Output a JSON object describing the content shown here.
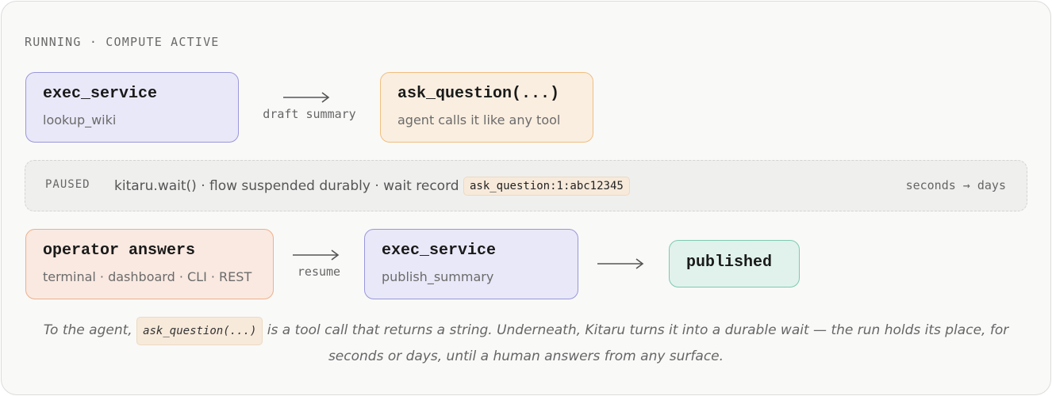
{
  "status": "RUNNING · COMPUTE ACTIVE",
  "row1": {
    "node1": {
      "title": "exec_service",
      "subtitle": "lookup_wiki"
    },
    "arrow_label": "draft summary",
    "node2": {
      "title": "ask_question(...)",
      "subtitle": "agent calls it like any tool"
    }
  },
  "paused": {
    "tag": "PAUSED",
    "text": "kitaru.wait() · flow suspended durably · wait record",
    "record": "ask_question:1:abc12345",
    "range": "seconds → days"
  },
  "row2": {
    "node1": {
      "title": "operator answers",
      "subtitle": "terminal · dashboard · CLI · REST"
    },
    "arrow_label": "resume",
    "node2": {
      "title": "exec_service",
      "subtitle": "publish_summary"
    },
    "node3": {
      "title": "published"
    }
  },
  "caption": {
    "before": "To the agent,",
    "code": "ask_question(...)",
    "after": "is a tool call that returns a string. Underneath, Kitaru turns it into a durable wait — the run holds its place, for seconds or days, until a human answers from any surface."
  },
  "colors": {
    "exec_node": "#e9e8f8",
    "ask_node": "#faeee0",
    "operator_node": "#f9e9e1",
    "published_node": "#e1f2ec"
  }
}
